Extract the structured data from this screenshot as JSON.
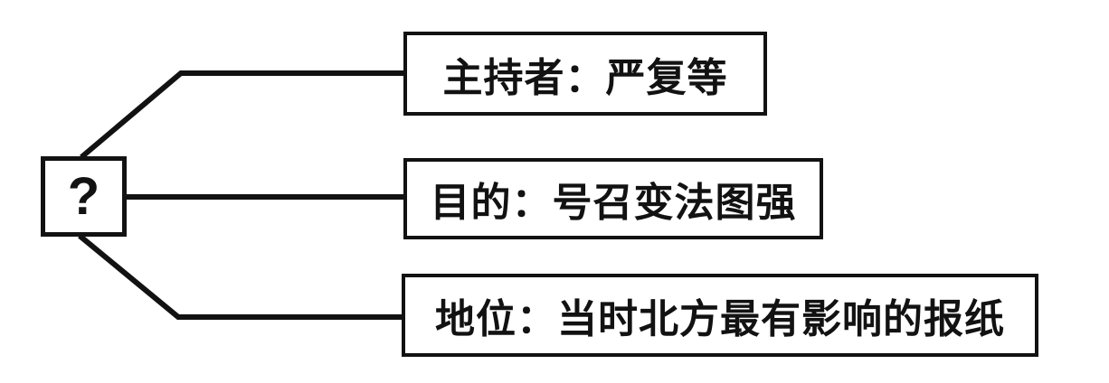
{
  "diagram": {
    "type": "mind-map",
    "root": {
      "label": "?"
    },
    "branches": [
      {
        "id": "host",
        "label": "主持者：严复等"
      },
      {
        "id": "purpose",
        "label": "目的：号召变法图强"
      },
      {
        "id": "status",
        "label": "地位：当时北方最有影响的报纸"
      }
    ],
    "colors": {
      "background": "#ffffff",
      "box_background": "#ffffff",
      "box_border": "#121212",
      "line": "#121212",
      "text": "#121212"
    }
  }
}
